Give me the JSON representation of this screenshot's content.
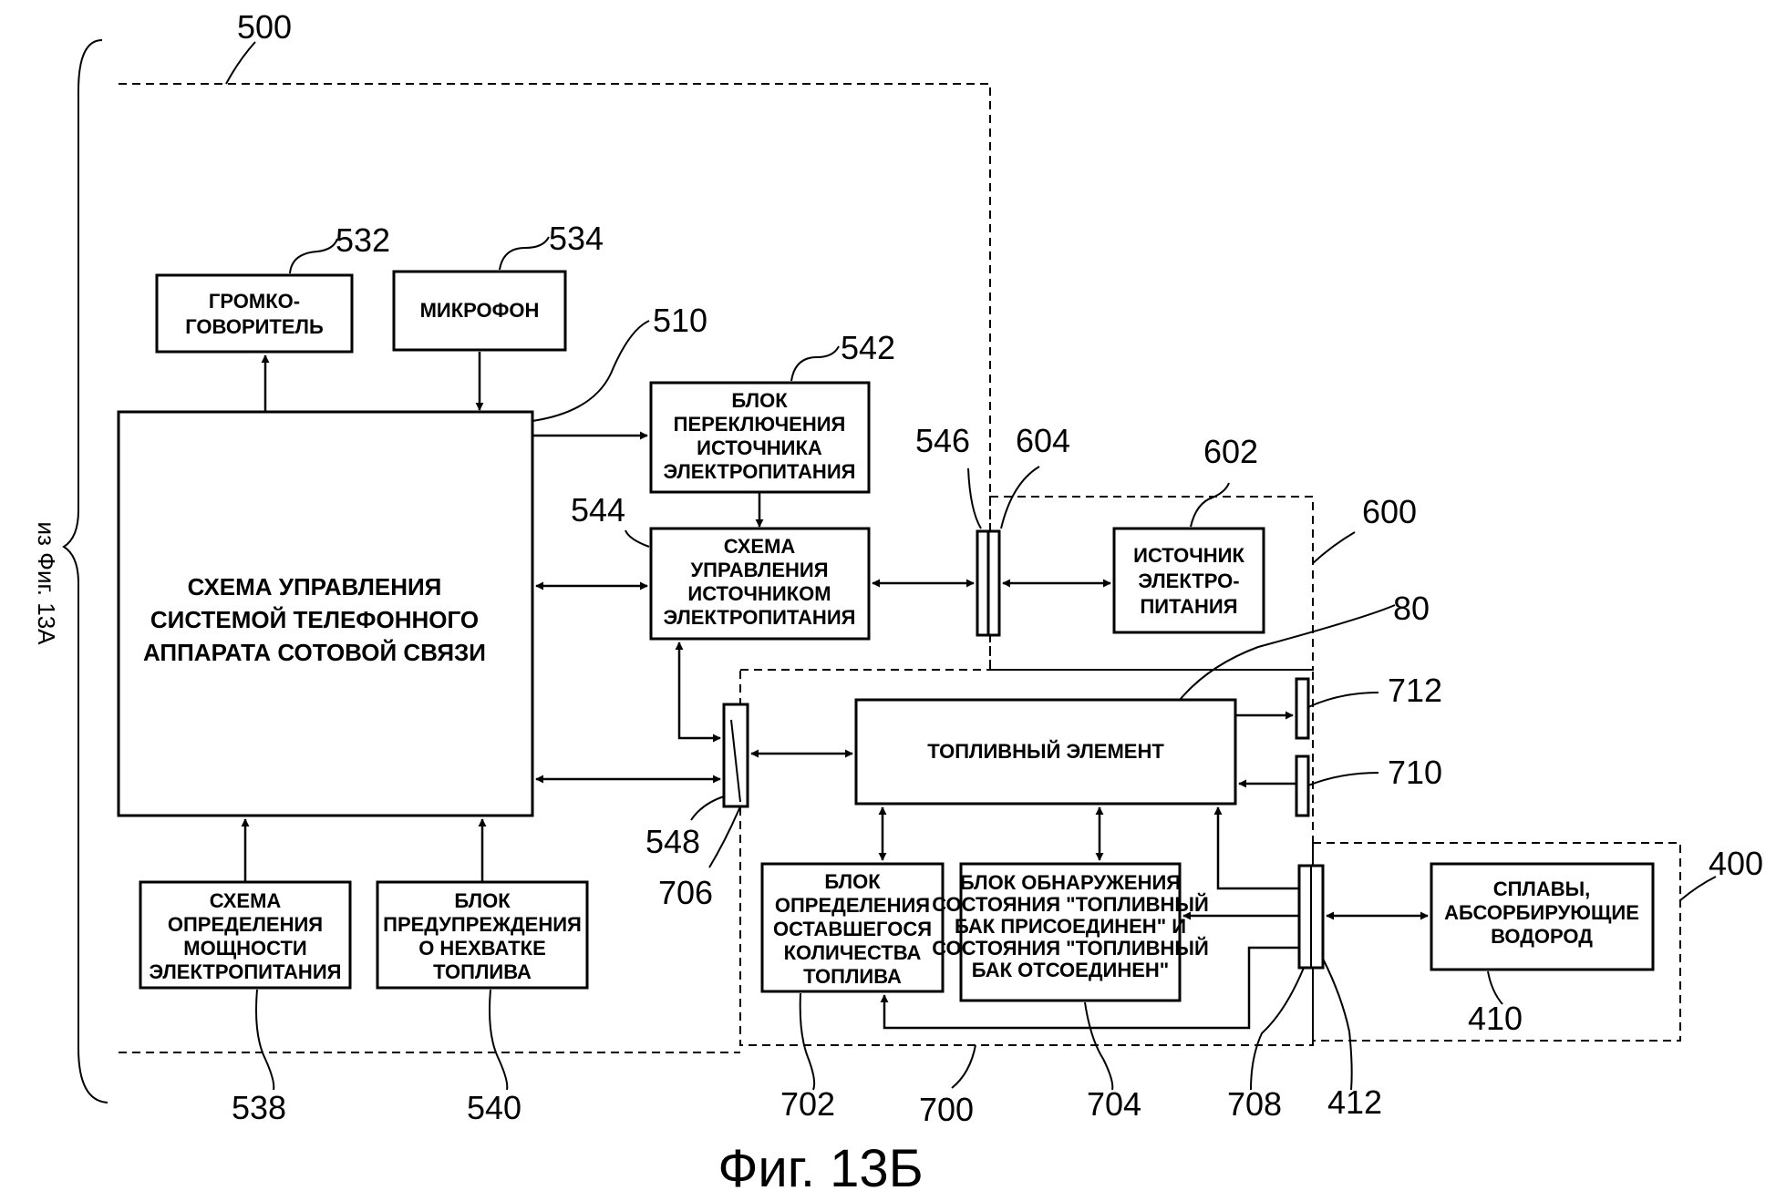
{
  "diagram": {
    "caption": "Фиг. 13Б",
    "side_note": "из Фиг. 13А"
  },
  "blocks": {
    "speaker": [
      "ГРОМКО-",
      "ГОВОРИТЕЛЬ"
    ],
    "microphone": [
      "МИКРОФОН"
    ],
    "main_control": [
      "СХЕМА УПРАВЛЕНИЯ",
      "СИСТЕМОЙ ТЕЛЕФОННОГО",
      "АППАРАТА СОТОВОЙ СВЯЗИ"
    ],
    "power_switch": [
      "БЛОК",
      "ПЕРЕКЛЮЧЕНИЯ",
      "ИСТОЧНИКА",
      "ЭЛЕКТРОПИТАНИЯ"
    ],
    "power_control": [
      "СХЕМА",
      "УПРАВЛЕНИЯ",
      "ИСТОЧНИКОМ",
      "ЭЛЕКТРОПИТАНИЯ"
    ],
    "power_source": [
      "ИСТОЧНИК",
      "ЭЛЕКТРО-",
      "ПИТАНИЯ"
    ],
    "fuel_cell": [
      "ТОПЛИВНЫЙ ЭЛЕМЕНТ"
    ],
    "power_detect": [
      "СХЕМА",
      "ОПРЕДЕЛЕНИЯ",
      "МОЩНОСТИ",
      "ЭЛЕКТРОПИТАНИЯ"
    ],
    "fuel_warning": [
      "БЛОК",
      "ПРЕДУПРЕЖДЕНИЯ",
      "О НЕХВАТКЕ",
      "ТОПЛИВА"
    ],
    "fuel_remaining": [
      "БЛОК",
      "ОПРЕДЕЛЕНИЯ",
      "ОСТАВШЕГОСЯ",
      "КОЛИЧЕСТВА",
      "ТОПЛИВА"
    ],
    "tank_state": [
      "БЛОК ОБНАРУЖЕНИЯ",
      "СОСТОЯНИЯ \"ТОПЛИВНЫЙ",
      "БАК ПРИСОЕДИНЕН\" И",
      "СОСТОЯНИЯ \"ТОПЛИВНЫЙ",
      "БАК ОТСОЕДИНЕН\""
    ],
    "alloys": [
      "СПЛАВЫ,",
      "АБСОРБИРУЮЩИЕ",
      "ВОДОРОД"
    ]
  },
  "refs": {
    "r500": "500",
    "r532": "532",
    "r534": "534",
    "r510": "510",
    "r542": "542",
    "r544": "544",
    "r546": "546",
    "r604": "604",
    "r602": "602",
    "r600": "600",
    "r80": "80",
    "r712": "712",
    "r710": "710",
    "r548": "548",
    "r706": "706",
    "r400": "400",
    "r410": "410",
    "r538": "538",
    "r540": "540",
    "r702": "702",
    "r700": "700",
    "r704": "704",
    "r708": "708",
    "r412": "412"
  }
}
